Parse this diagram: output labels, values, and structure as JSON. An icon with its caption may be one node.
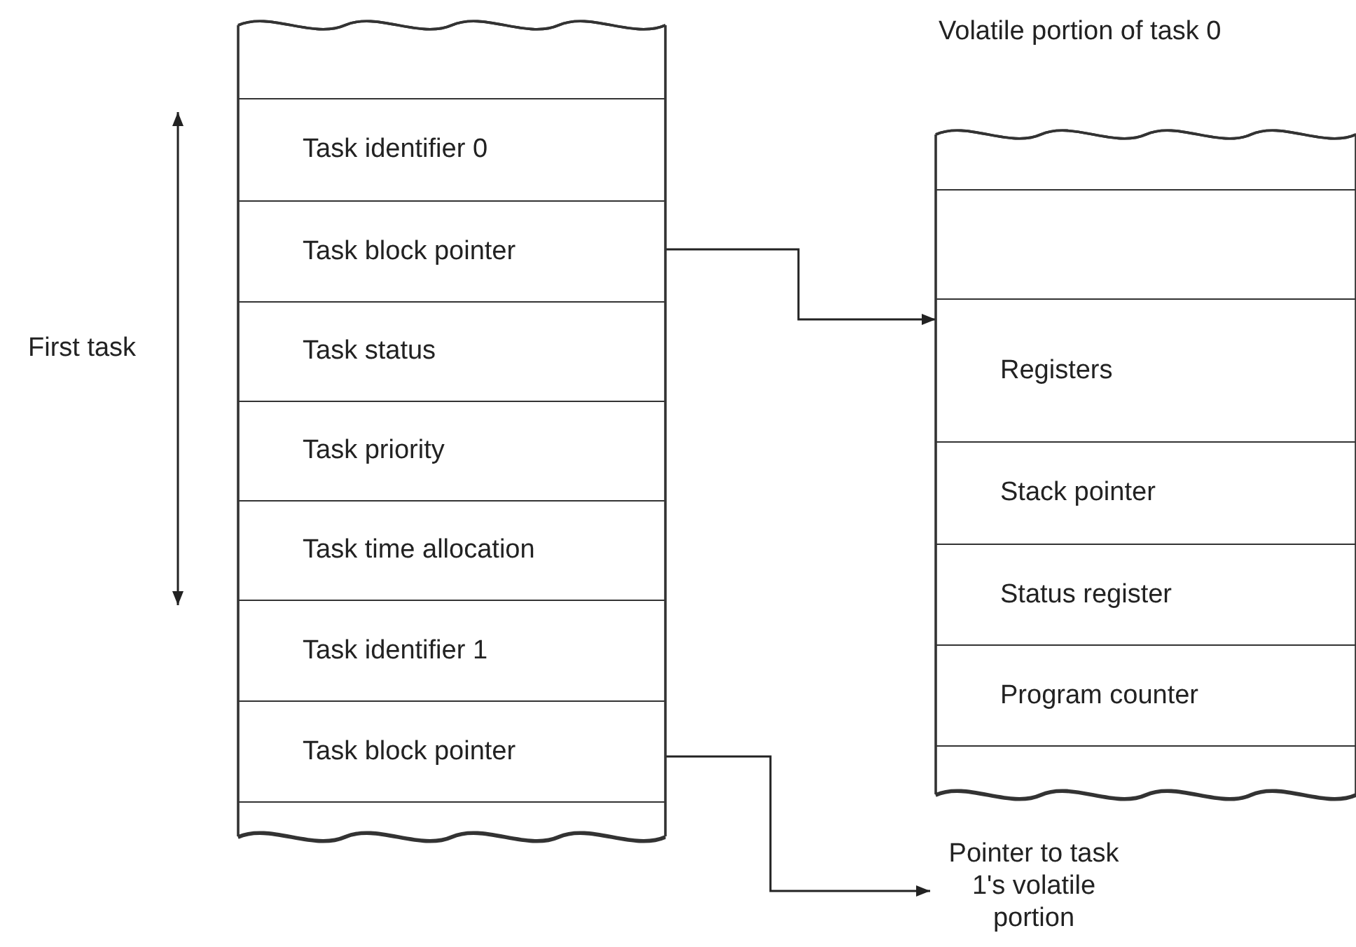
{
  "diagram": {
    "nodes": [
      {
        "text": [],
        "shape": "box"
      },
      {
        "text": [],
        "shape": "box",
        "in": 0
      },
      {
        "text": [
          "Task identifier 0"
        ],
        "in": 0
      },
      {
        "text": [
          "Task block pointer"
        ],
        "in": 0
      },
      {
        "text": [
          "Task status"
        ],
        "in": 0
      },
      {
        "text": [
          "Task priority"
        ],
        "in": 0
      },
      {
        "text": [
          "Task time allocation"
        ],
        "in": 0
      },
      {
        "text": [
          "Task identifier 1"
        ],
        "in": 0
      },
      {
        "text": [
          "Task block pointer"
        ],
        "in": 0
      },
      {
        "text": [],
        "shape": "box",
        "in": 0
      },
      {
        "text": [
          "Volatile portion of task 0"
        ]
      },
      {
        "text": [],
        "shape": "box",
        "in": 10
      },
      {
        "text": [],
        "shape": "box",
        "in": 10
      },
      {
        "text": [
          "Registers"
        ],
        "in": 10
      },
      {
        "text": [
          "Stack pointer"
        ],
        "in": 10
      },
      {
        "text": [
          "Status register"
        ],
        "in": 10
      },
      {
        "text": [
          "Program counter"
        ],
        "in": 10
      },
      {
        "text": [],
        "shape": "box",
        "in": 10
      },
      {
        "text": [
          "Pointer to task 1's volatile portion"
        ]
      }
    ],
    "edges": [
      {
        "from": 3,
        "to": 13,
        "arrow": "to"
      },
      {
        "from": 8,
        "to": 18,
        "arrow": "to"
      }
    ],
    "labels": [
      "First task"
    ]
  }
}
